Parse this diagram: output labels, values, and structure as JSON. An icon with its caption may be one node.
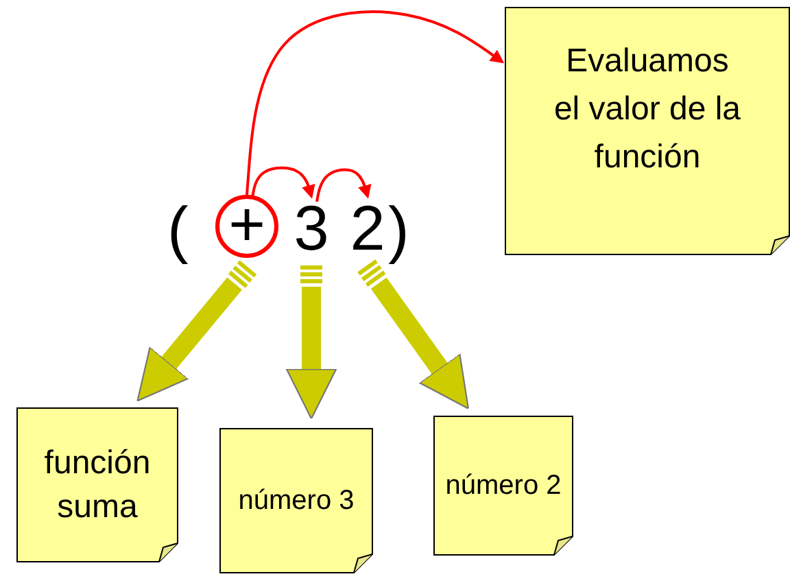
{
  "diagram": {
    "nodes": [
      {
        "text": [
          "+"
        ]
      },
      {
        "text": [
          "3"
        ]
      },
      {
        "text": [
          "2"
        ]
      },
      {
        "text": [
          "Evaluamos el valor de la función"
        ]
      },
      {
        "text": [
          "función suma"
        ]
      },
      {
        "text": [
          "número 3"
        ]
      },
      {
        "text": [
          "número 2"
        ]
      }
    ],
    "edges": [
      {
        "from": 0,
        "to": 3,
        "arrow": "to",
        "color": "#ff0000"
      },
      {
        "from": 0,
        "to": 1,
        "arrow": "to",
        "color": "#ff0000"
      },
      {
        "from": 1,
        "to": 2,
        "arrow": "to",
        "color": "#ff0000"
      },
      {
        "from": 0,
        "to": 4,
        "arrow": "to",
        "style": "thick",
        "color": "#cccc00"
      },
      {
        "from": 1,
        "to": 5,
        "arrow": "to",
        "style": "thick",
        "color": "#cccc00"
      },
      {
        "from": 2,
        "to": 6,
        "arrow": "to",
        "style": "thick",
        "color": "#cccc00"
      }
    ],
    "labels": [
      "(",
      ")"
    ]
  }
}
